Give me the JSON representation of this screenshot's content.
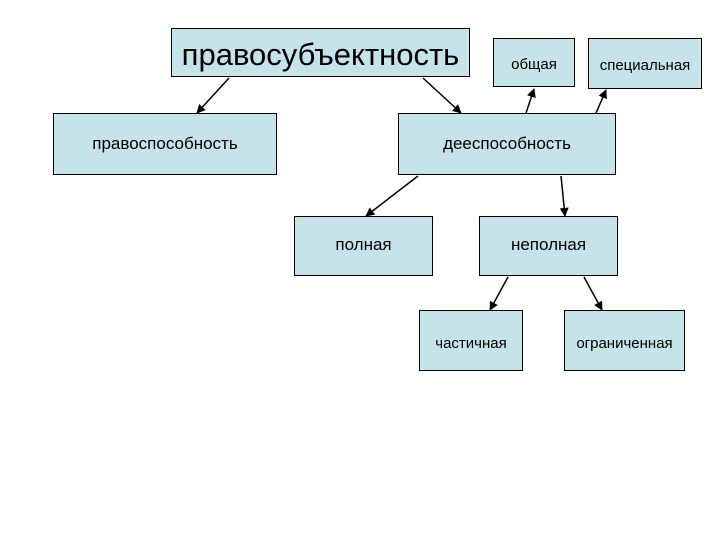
{
  "diagram": {
    "nodes": {
      "root": "правосубъектность",
      "general": "общая",
      "special": "специальная",
      "legal_capacity": "правоспособность",
      "active_capacity": "дееспособность",
      "full": "полная",
      "partial": "неполная",
      "partial_sub": "частичная",
      "limited": "ограниченная"
    },
    "edges": [
      {
        "from": "root",
        "to": "legal_capacity"
      },
      {
        "from": "root",
        "to": "active_capacity"
      },
      {
        "from": "active_capacity",
        "to": "general"
      },
      {
        "from": "active_capacity",
        "to": "special"
      },
      {
        "from": "active_capacity",
        "to": "full"
      },
      {
        "from": "active_capacity",
        "to": "partial"
      },
      {
        "from": "partial",
        "to": "partial_sub"
      },
      {
        "from": "partial",
        "to": "limited"
      }
    ],
    "colors": {
      "box_fill": "#c5e3e8",
      "stroke": "#000000"
    }
  }
}
